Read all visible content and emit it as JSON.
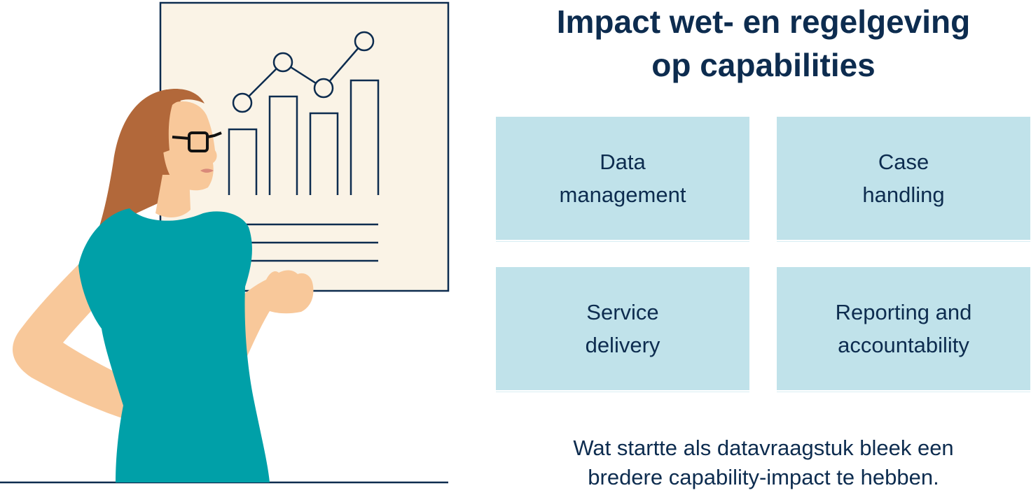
{
  "title": {
    "line1": "Impact wet- en regelgeving",
    "line2": "op capabilities"
  },
  "capabilities": [
    {
      "line1": "Data",
      "line2": "management"
    },
    {
      "line1": "Case",
      "line2": "handling"
    },
    {
      "line1": "Service",
      "line2": "delivery"
    },
    {
      "line1": "Reporting and",
      "line2": "accountability"
    }
  ],
  "footer": {
    "line1": "Wat startte als datavraagstuk bleek een",
    "line2": "bredere capability-impact te hebben."
  },
  "colors": {
    "navy": "#0d2c4f",
    "tile": "#c0e2ea",
    "board": "#faf3e6",
    "dress": "#00a0a8",
    "hair": "#b2683a",
    "skin": "#f8c89a"
  }
}
